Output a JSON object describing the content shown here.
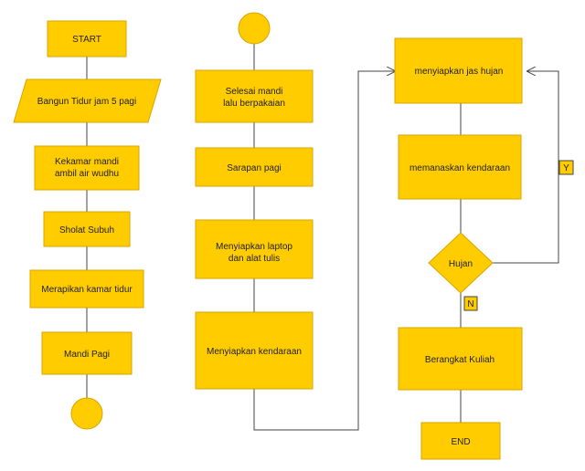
{
  "colors": {
    "node_fill": "#ffcc00",
    "node_stroke": "#d9a400",
    "edge": "#444444",
    "text": "#222222"
  },
  "nodes": {
    "start": "START",
    "bangun": "Bangun Tidur jam 5 pagi",
    "kekamar": [
      "Kekamar mandi",
      "ambil air wudhu"
    ],
    "sholat": "Sholat Subuh",
    "merapikan": "Merapikan kamar tidur",
    "mandi": "Mandi Pagi",
    "selesai": [
      "Selesai mandi",
      "lalu berpakaian"
    ],
    "sarapan": "Sarapan pagi",
    "laptop": [
      "Menyiapkan laptop",
      "dan alat tulis"
    ],
    "kendaraan": "Menyiapkan kendaraan",
    "jas": "menyiapkan jas hujan",
    "memanaskan": "memanaskan kendaraan",
    "hujan": "Hujan",
    "berangkat": "Berangkat Kuliah",
    "end": "END"
  },
  "labels": {
    "yes": "Y",
    "no": "N"
  }
}
